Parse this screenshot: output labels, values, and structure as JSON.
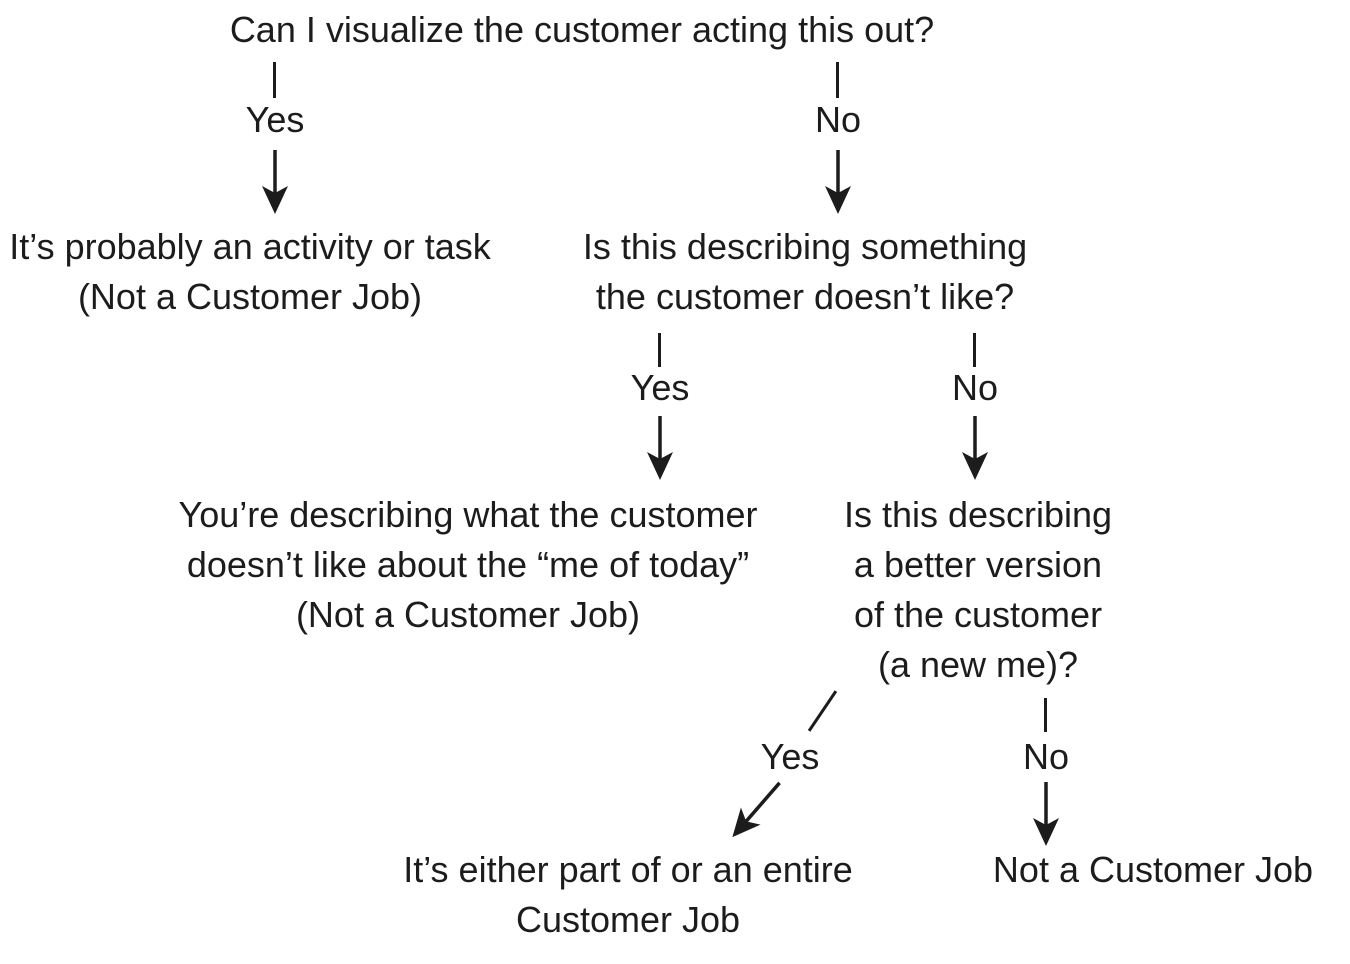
{
  "theme": {
    "background": "#ffffff",
    "ink": "#1c1c1c"
  },
  "flowchart": {
    "type": "decision-tree",
    "labels": {
      "yes": "Yes",
      "no": "No"
    },
    "root": {
      "question": "Can I visualize the customer acting this out?",
      "yes": {
        "outcome": "It’s probably an activity or task\n(Not a Customer Job)"
      },
      "no": {
        "question": "Is this describing something\nthe customer doesn’t like?",
        "yes": {
          "outcome": "You’re describing what the customer\ndoesn’t like about the “me of today”\n(Not a Customer Job)"
        },
        "no": {
          "question": "Is this describing\na better version\nof the customer\n(a new me)?",
          "yes": {
            "outcome": "It’s either part of or an entire\nCustomer Job"
          },
          "no": {
            "outcome": "Not a Customer Job"
          }
        }
      }
    }
  }
}
